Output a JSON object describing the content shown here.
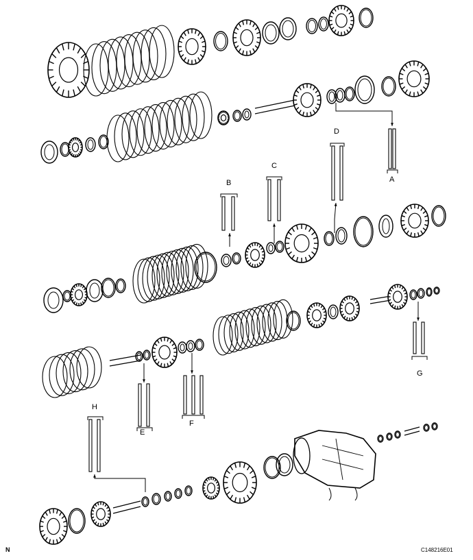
{
  "diagram": {
    "callouts": [
      "A",
      "B",
      "C",
      "D",
      "E",
      "F",
      "G",
      "H"
    ],
    "corner_left": "N",
    "corner_right": "C148216E01"
  },
  "colors": {
    "line": "#000000",
    "background": "#ffffff"
  }
}
